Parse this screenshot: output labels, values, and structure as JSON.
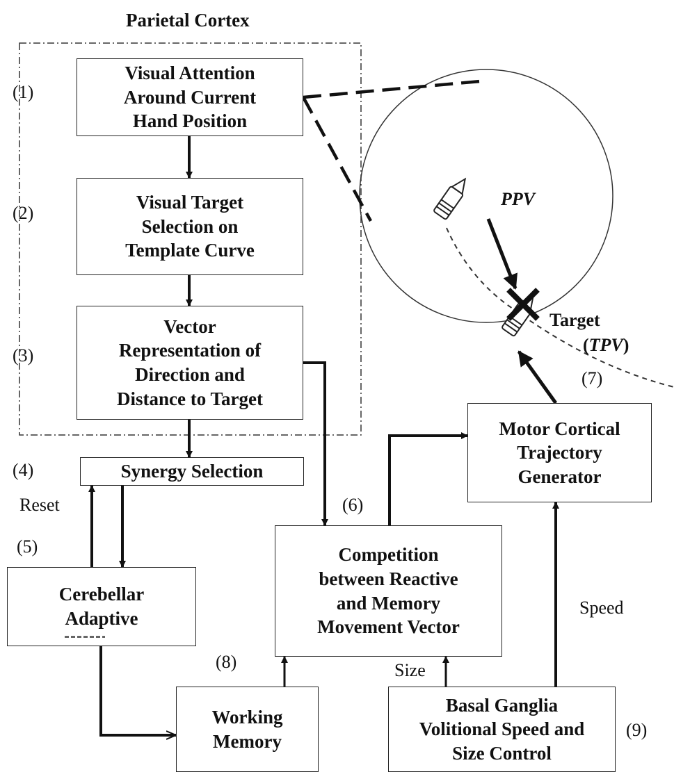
{
  "title": "Parietal Cortex",
  "boxes": {
    "visual_attention": [
      "Visual Attention",
      "Around Current",
      "Hand Position"
    ],
    "target_selection": [
      "Visual Target",
      "Selection on",
      "Template Curve"
    ],
    "vector_representation": [
      "Vector",
      "Representation of",
      "Direction and",
      "Distance to Target"
    ],
    "synergy_selection": [
      "Synergy Selection"
    ],
    "cerebellar": [
      "Cerebellar",
      "Adaptive"
    ],
    "competition": [
      "Competition",
      "between Reactive",
      "and Memory",
      "Movement Vector"
    ],
    "motor_cortical": [
      "Motor Cortical",
      "Trajectory",
      "Generator"
    ],
    "working_memory": [
      "Working",
      "Memory"
    ],
    "basal_ganglia": [
      "Basal Ganglia",
      "Volitional Speed and",
      "Size Control"
    ]
  },
  "step_numbers": [
    "(1)",
    "(2)",
    "(3)",
    "(4)",
    "(5)",
    "(6)",
    "(7)",
    "(8)",
    "(9)"
  ],
  "edge_labels": {
    "reset": "Reset",
    "speed": "Speed",
    "size": "Size"
  },
  "workspace": {
    "ppv": "PPV",
    "target": "Target",
    "tpv_open": "(",
    "tpv": "TPV",
    "tpv_close": ")"
  }
}
